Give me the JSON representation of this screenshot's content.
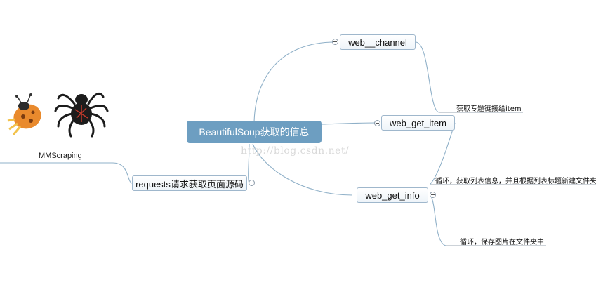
{
  "root": {
    "label": "BeautifulSoup获取的信息"
  },
  "branches": {
    "web_channel": {
      "label": "web__channel"
    },
    "web_get_item": {
      "label": "web_get_item",
      "note": "获取专题链接给item"
    },
    "web_get_info": {
      "label": "web_get_info",
      "note_top": "循环，获取列表信息，并且根据列表标题新建文件夹",
      "note_bottom": "循环，保存图片在文件夹中"
    },
    "requests": {
      "label": "requests请求获取页面源码"
    }
  },
  "image_caption": "MMScraping",
  "watermark": "http://blog.csdn.net/",
  "icons": [
    "ladybug-icon",
    "spider-icon"
  ],
  "colors": {
    "root_fill": "#6d9ec1",
    "node_border": "#9fb7cc",
    "connector": "#8fb0c8",
    "note_line": "#9aa6b2"
  }
}
